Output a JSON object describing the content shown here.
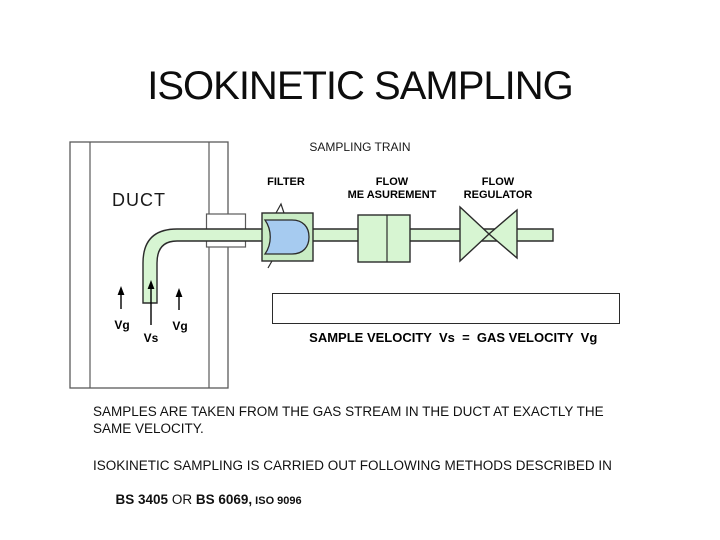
{
  "slide": {
    "title": "ISOKINETIC SAMPLING",
    "subtitle": "SAMPLING TRAIN"
  },
  "diagram": {
    "duct_label": "DUCT",
    "labels": {
      "filter": "FILTER",
      "flow_measurement": [
        "FLOW",
        "ME ASUREMENT"
      ],
      "flow_regulator": [
        "FLOW",
        "REGULATOR"
      ]
    },
    "velocity_labels": {
      "gas_left": "Vg",
      "sample": "Vs",
      "gas_right": "Vg"
    },
    "equation": "SAMPLE VELOCITY  Vs  =  GAS VELOCITY  Vg",
    "colors": {
      "pipe_fill": "#d7f5d2",
      "filter_fill": "#c9ecc4",
      "filter_media_fill": "#a6cbf0",
      "component_stroke": "#2b2b2b",
      "duct_stroke": "#5a5a5a"
    }
  },
  "notes": {
    "para1_lines": [
      "SAMPLES ARE TAKEN FROM THE GAS STREAM IN THE DUCT AT EXACTLY THE",
      "SAME VELOCITY."
    ],
    "para2_line1": "ISOKINETIC SAMPLING IS CARRIED OUT FOLLOWING METHODS DESCRIBED IN",
    "para2_bs1": "BS 3405",
    "para2_or": " OR ",
    "para2_bs2": "BS 6069,",
    "para2_iso": " ISO 9096"
  }
}
